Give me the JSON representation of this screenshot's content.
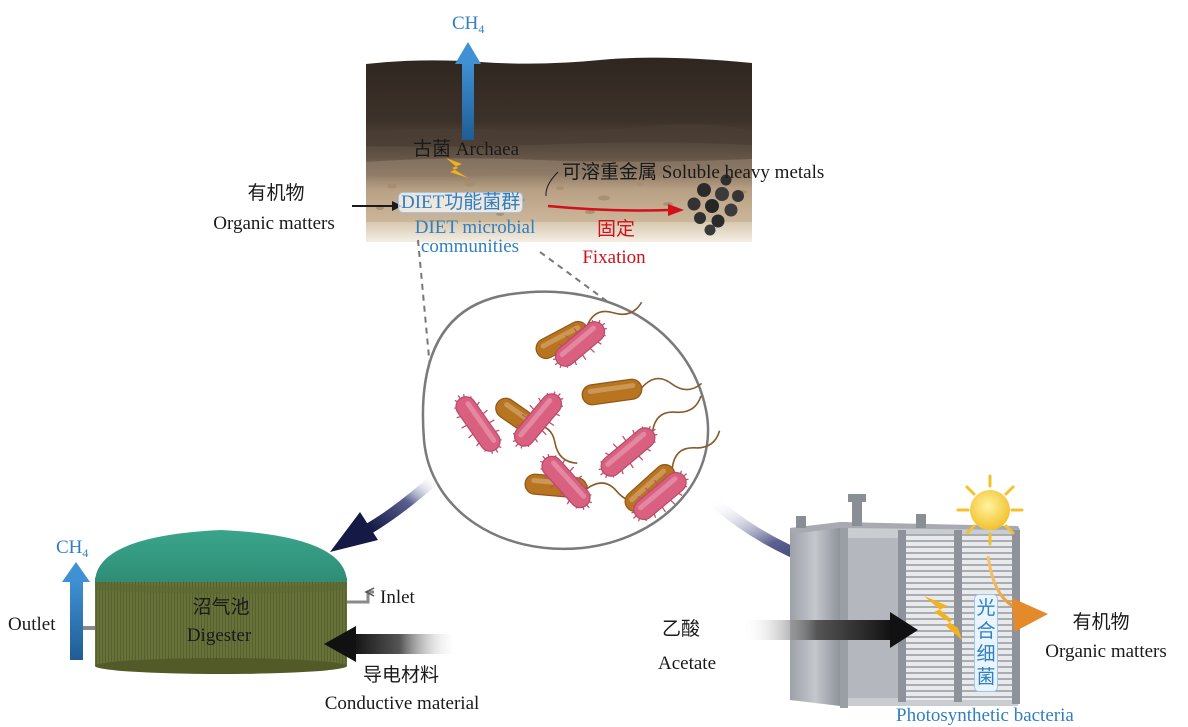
{
  "soil": {
    "ch4_main": "CH",
    "ch4_sub": "4",
    "archaea_label": "古菌 Archaea",
    "organic_cn": "有机物",
    "organic_en": "Organic matters",
    "diet_cn": "DIET功能菌群",
    "diet_en_line1": "DIET microbial",
    "diet_en_line2": "communities",
    "soluble_metals": "可溶重金属 Soluble heavy metals",
    "fixation_cn": "固定",
    "fixation_en": "Fixation"
  },
  "digester": {
    "ch4_main": "CH",
    "ch4_sub": "4",
    "name_cn": "沼气池",
    "name_en": "Digester",
    "inlet": "Inlet",
    "outlet": "Outlet",
    "conductive_cn": "导电材料",
    "conductive_en": "Conductive material"
  },
  "photoreactor": {
    "acetate_cn": "乙酸",
    "acetate_en": "Acetate",
    "bacteria_cn_1": "光",
    "bacteria_cn_2": "合",
    "bacteria_cn_3": "细",
    "bacteria_cn_4": "菌",
    "bacteria_en": "Photosynthetic bacteria",
    "organic_cn": "有机物",
    "organic_en": "Organic matters"
  },
  "colors": {
    "ch4_arrow": "#2f7fc1",
    "fixation": "#d0101a",
    "navy_arrow": "#1c2350",
    "microbe_pink": "#d96080",
    "microbe_brown": "#b8741f",
    "digester_green": "#5f6b32",
    "digester_dome": "#3fa88e"
  }
}
